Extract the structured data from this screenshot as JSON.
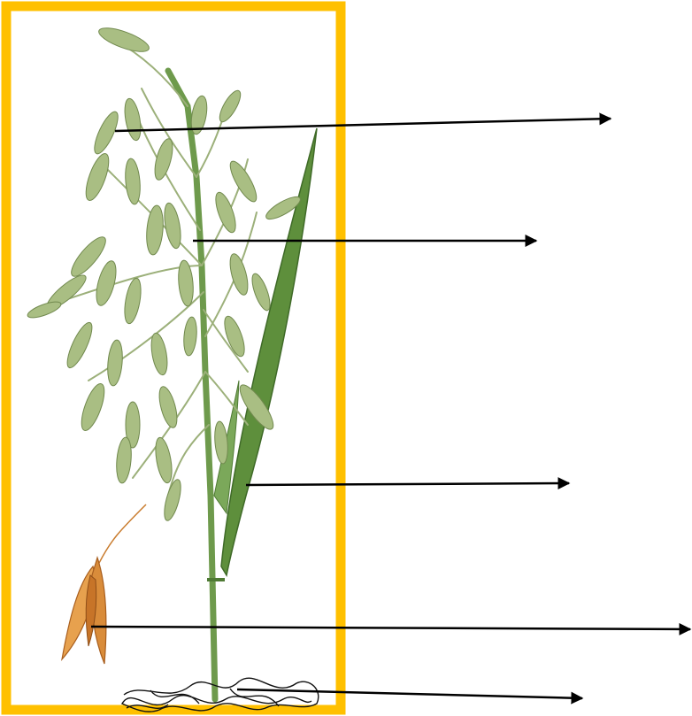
{
  "diagram": {
    "kind": "labeling-worksheet",
    "subject_icon": "oat-plant-illustration",
    "frame_color": "#FFC000",
    "leaf_color": "#5E8F3C",
    "spikelet_color": "#A9BE83",
    "stem_color": "#6E9A4C",
    "grain_color": "#D98C3A",
    "arrow_color": "#000000",
    "arrows": [
      {
        "id": "arrow-1",
        "target": "spikelet-cluster",
        "label": ""
      },
      {
        "id": "arrow-2",
        "target": "branching-stalks",
        "label": ""
      },
      {
        "id": "arrow-3",
        "target": "leaf-blade",
        "label": ""
      },
      {
        "id": "arrow-4",
        "target": "ripe-grain",
        "label": ""
      },
      {
        "id": "arrow-5",
        "target": "roots",
        "label": ""
      }
    ]
  }
}
